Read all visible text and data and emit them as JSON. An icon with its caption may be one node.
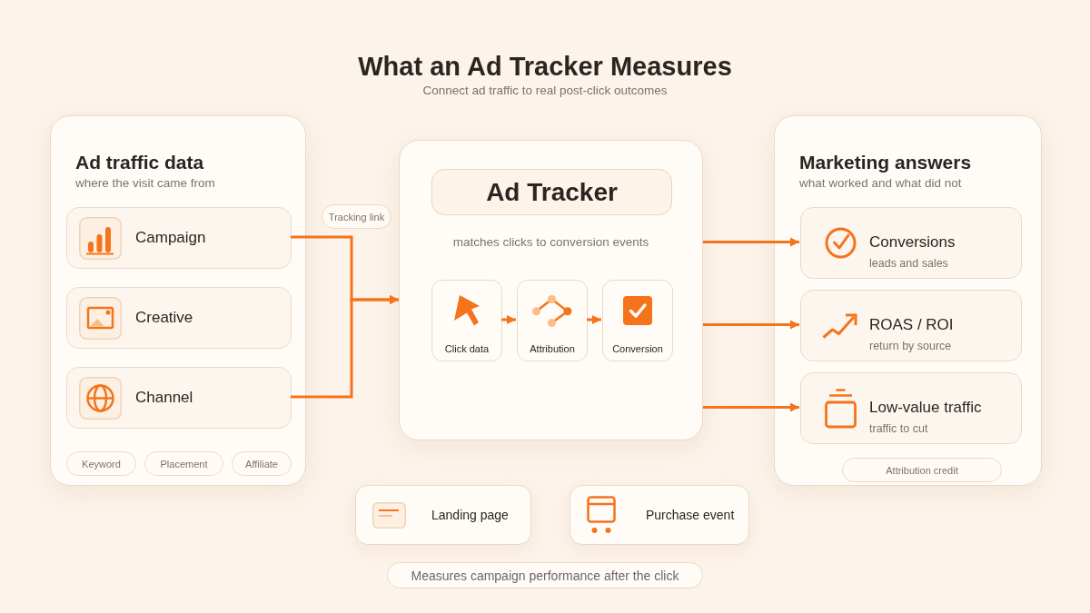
{
  "diagram": {
    "title": "What an Ad Tracker Measures",
    "nodes": [
      {
        "text": [
          "Ad traffic data",
          "where the visit came from"
        ]
      },
      {
        "text": [
          "Campaign"
        ],
        "in": 0
      },
      {
        "text": [
          "Creative"
        ],
        "in": 0
      },
      {
        "text": [
          "Channel"
        ],
        "in": 0
      },
      {
        "text": [
          "Keyword"
        ],
        "in": 0
      },
      {
        "text": [
          "Placement"
        ],
        "in": 0
      },
      {
        "text": [
          "Affiliate"
        ],
        "in": 0
      },
      {
        "text": [
          "Tracking link"
        ]
      },
      {
        "text": [
          "matches clicks to conversion events"
        ]
      },
      {
        "text": [
          "Ad Tracker"
        ],
        "in": 8
      },
      {
        "text": [
          "Click data"
        ],
        "in": 8
      },
      {
        "text": [
          "Attribution"
        ],
        "in": 8
      },
      {
        "text": [
          "Conversion"
        ],
        "in": 8
      },
      {
        "text": [
          "Marketing answers",
          "what worked and what did not"
        ]
      },
      {
        "text": [
          "Conversions",
          "leads and sales"
        ],
        "in": 13
      },
      {
        "text": [
          "ROAS / ROI",
          "return by source"
        ],
        "in": 13
      },
      {
        "text": [
          "Low-value traffic",
          "traffic to cut"
        ],
        "in": 13
      },
      {
        "text": [
          "Attribution credit"
        ],
        "in": 13
      },
      {
        "text": [
          "Landing page"
        ]
      },
      {
        "text": [
          "Purchase event"
        ]
      },
      {
        "text": [
          "Measures campaign performance after the click"
        ]
      }
    ],
    "edges": [
      {
        "from": 1,
        "to": 8,
        "arrow": "to"
      },
      {
        "from": 3,
        "to": 8,
        "arrow": "to"
      },
      {
        "from": 10,
        "to": 11,
        "arrow": "to"
      },
      {
        "from": 11,
        "to": 12,
        "arrow": "to"
      },
      {
        "from": 8,
        "to": 14,
        "arrow": "to"
      },
      {
        "from": 8,
        "to": 15,
        "arrow": "to"
      },
      {
        "from": 8,
        "to": 16,
        "arrow": "to"
      }
    ],
    "labels": [
      "Connect ad traffic to real post-click outcomes"
    ]
  }
}
